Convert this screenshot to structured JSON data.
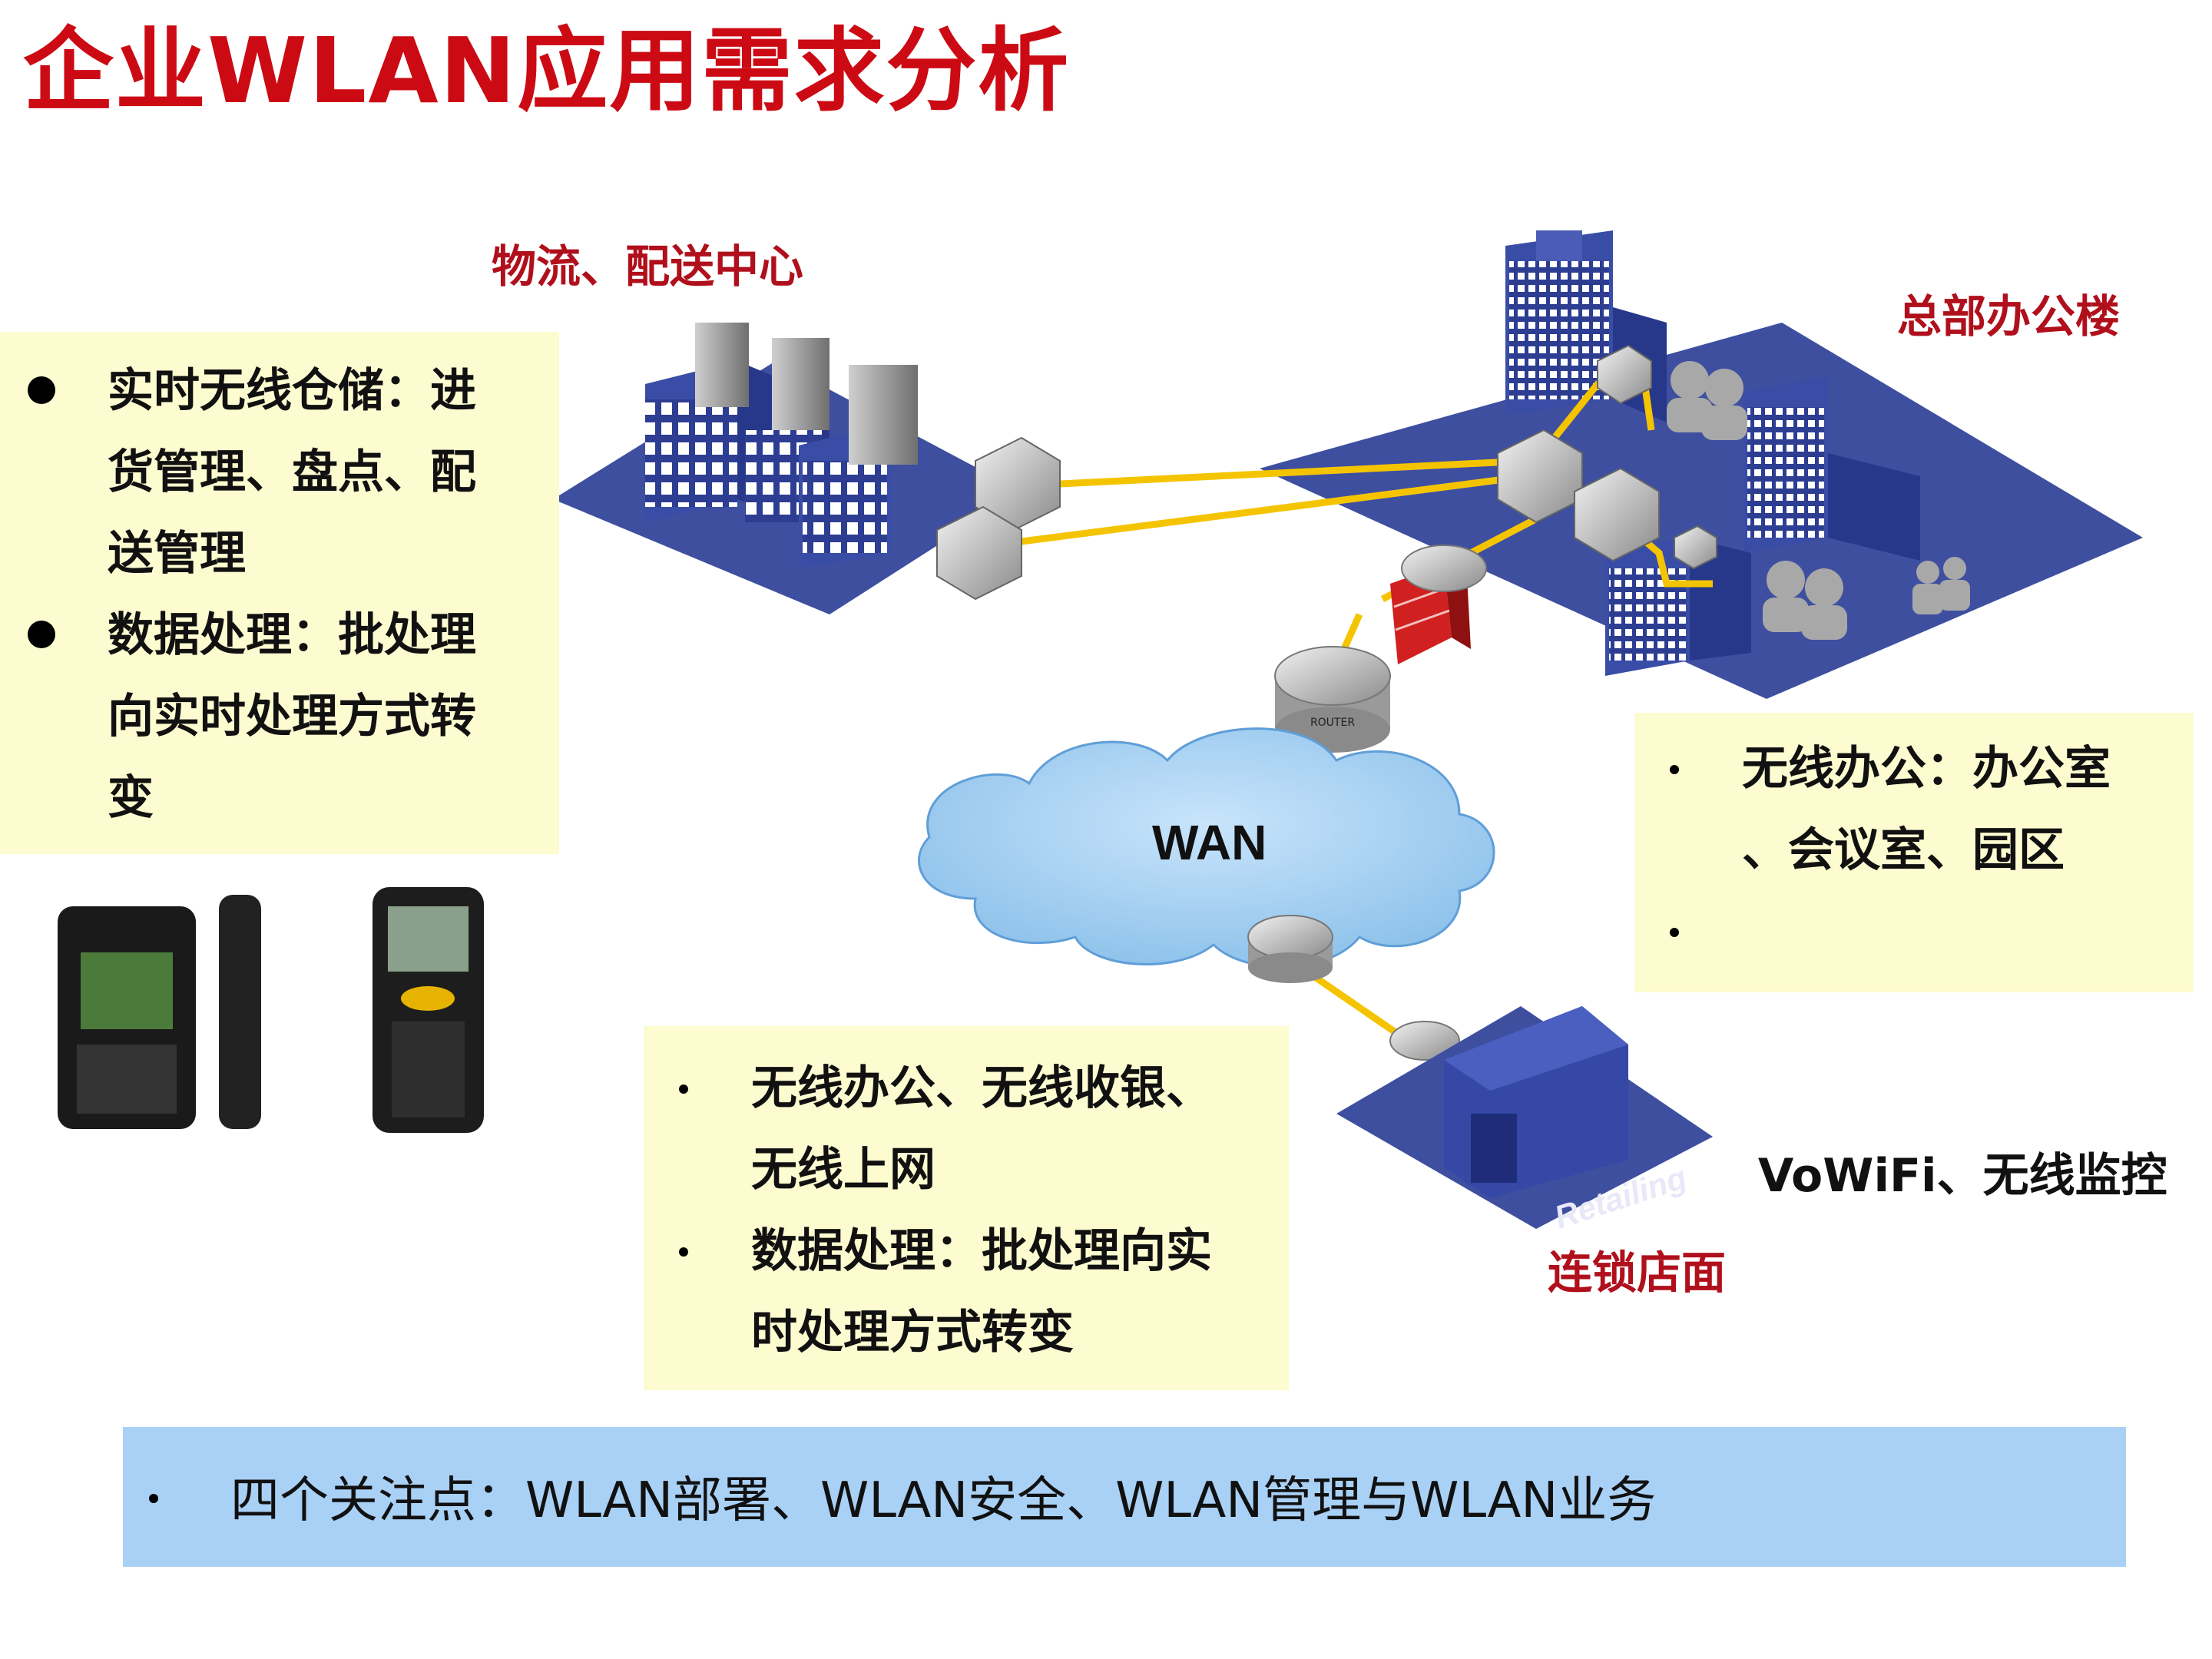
{
  "title": "企业WLAN应用需求分析",
  "sites": {
    "logistics": "物流、配送中心",
    "headquarters": "总部办公楼",
    "retail": "连锁店面"
  },
  "network": {
    "wan_label": "WAN",
    "router_caption": "ROUTER",
    "store_sign": "Retailing"
  },
  "logistics_box": {
    "items": [
      [
        "实时无线仓储：进",
        "货管理、盘点、配",
        "送管理"
      ],
      [
        "数据处理：批处理",
        "向实时处理方式转",
        "变"
      ]
    ]
  },
  "hq_box": {
    "items": [
      [
        "无线办公：办公室",
        "、会议室、园区"
      ],
      [
        " VoWiFi、无线监控"
      ]
    ]
  },
  "retail_box": {
    "items": [
      [
        "无线办公、无线收银、",
        "无线上网"
      ],
      [
        "数据处理：批处理向实",
        "时处理方式转变"
      ]
    ]
  },
  "focus_box": {
    "text": "四个关注点：WLAN部署、WLAN安全、WLAN管理与WLAN业务"
  },
  "colors": {
    "title": "#cc0a14",
    "site_label": "#b0101c",
    "note_box": "#fdfbd0",
    "focus_box": "#a9d0f5",
    "platform": "#3e4fa0",
    "link": "#f5c400",
    "wan_cloud": "#9dcbf0",
    "firewall": "#d02020"
  },
  "icons": [
    "switch-icon",
    "router-icon",
    "firewall-icon",
    "server-icon",
    "office-building-icon",
    "people-icon",
    "store-icon",
    "pda-device-icon"
  ]
}
